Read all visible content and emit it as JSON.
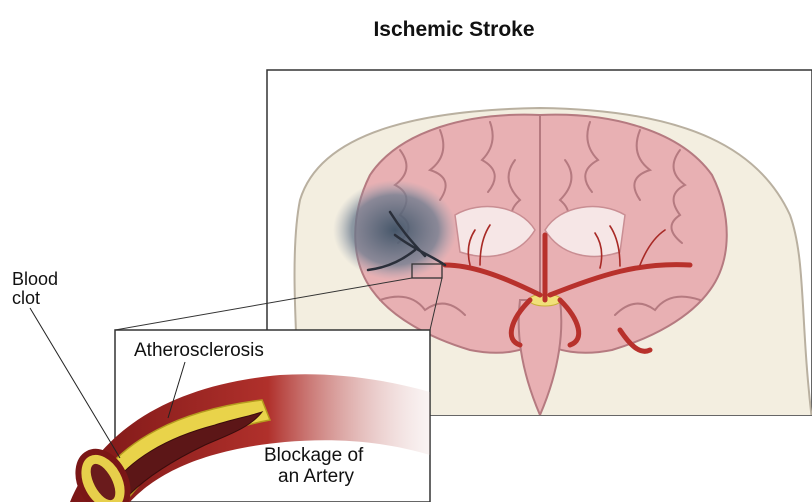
{
  "title": "Ischemic Stroke",
  "labels": {
    "blood_clot_line1": "Blood",
    "blood_clot_line2": "clot",
    "atherosclerosis": "Atherosclerosis",
    "blockage_line1": "Blockage of",
    "blockage_line2": "an Artery"
  },
  "colors": {
    "brain": "#e8b0b3",
    "brain_outline": "#b57a80",
    "artery": "#b8312c",
    "ischemic_region": "#5f7186",
    "plaque": "#e9d34a",
    "head": "#f3eee0"
  }
}
